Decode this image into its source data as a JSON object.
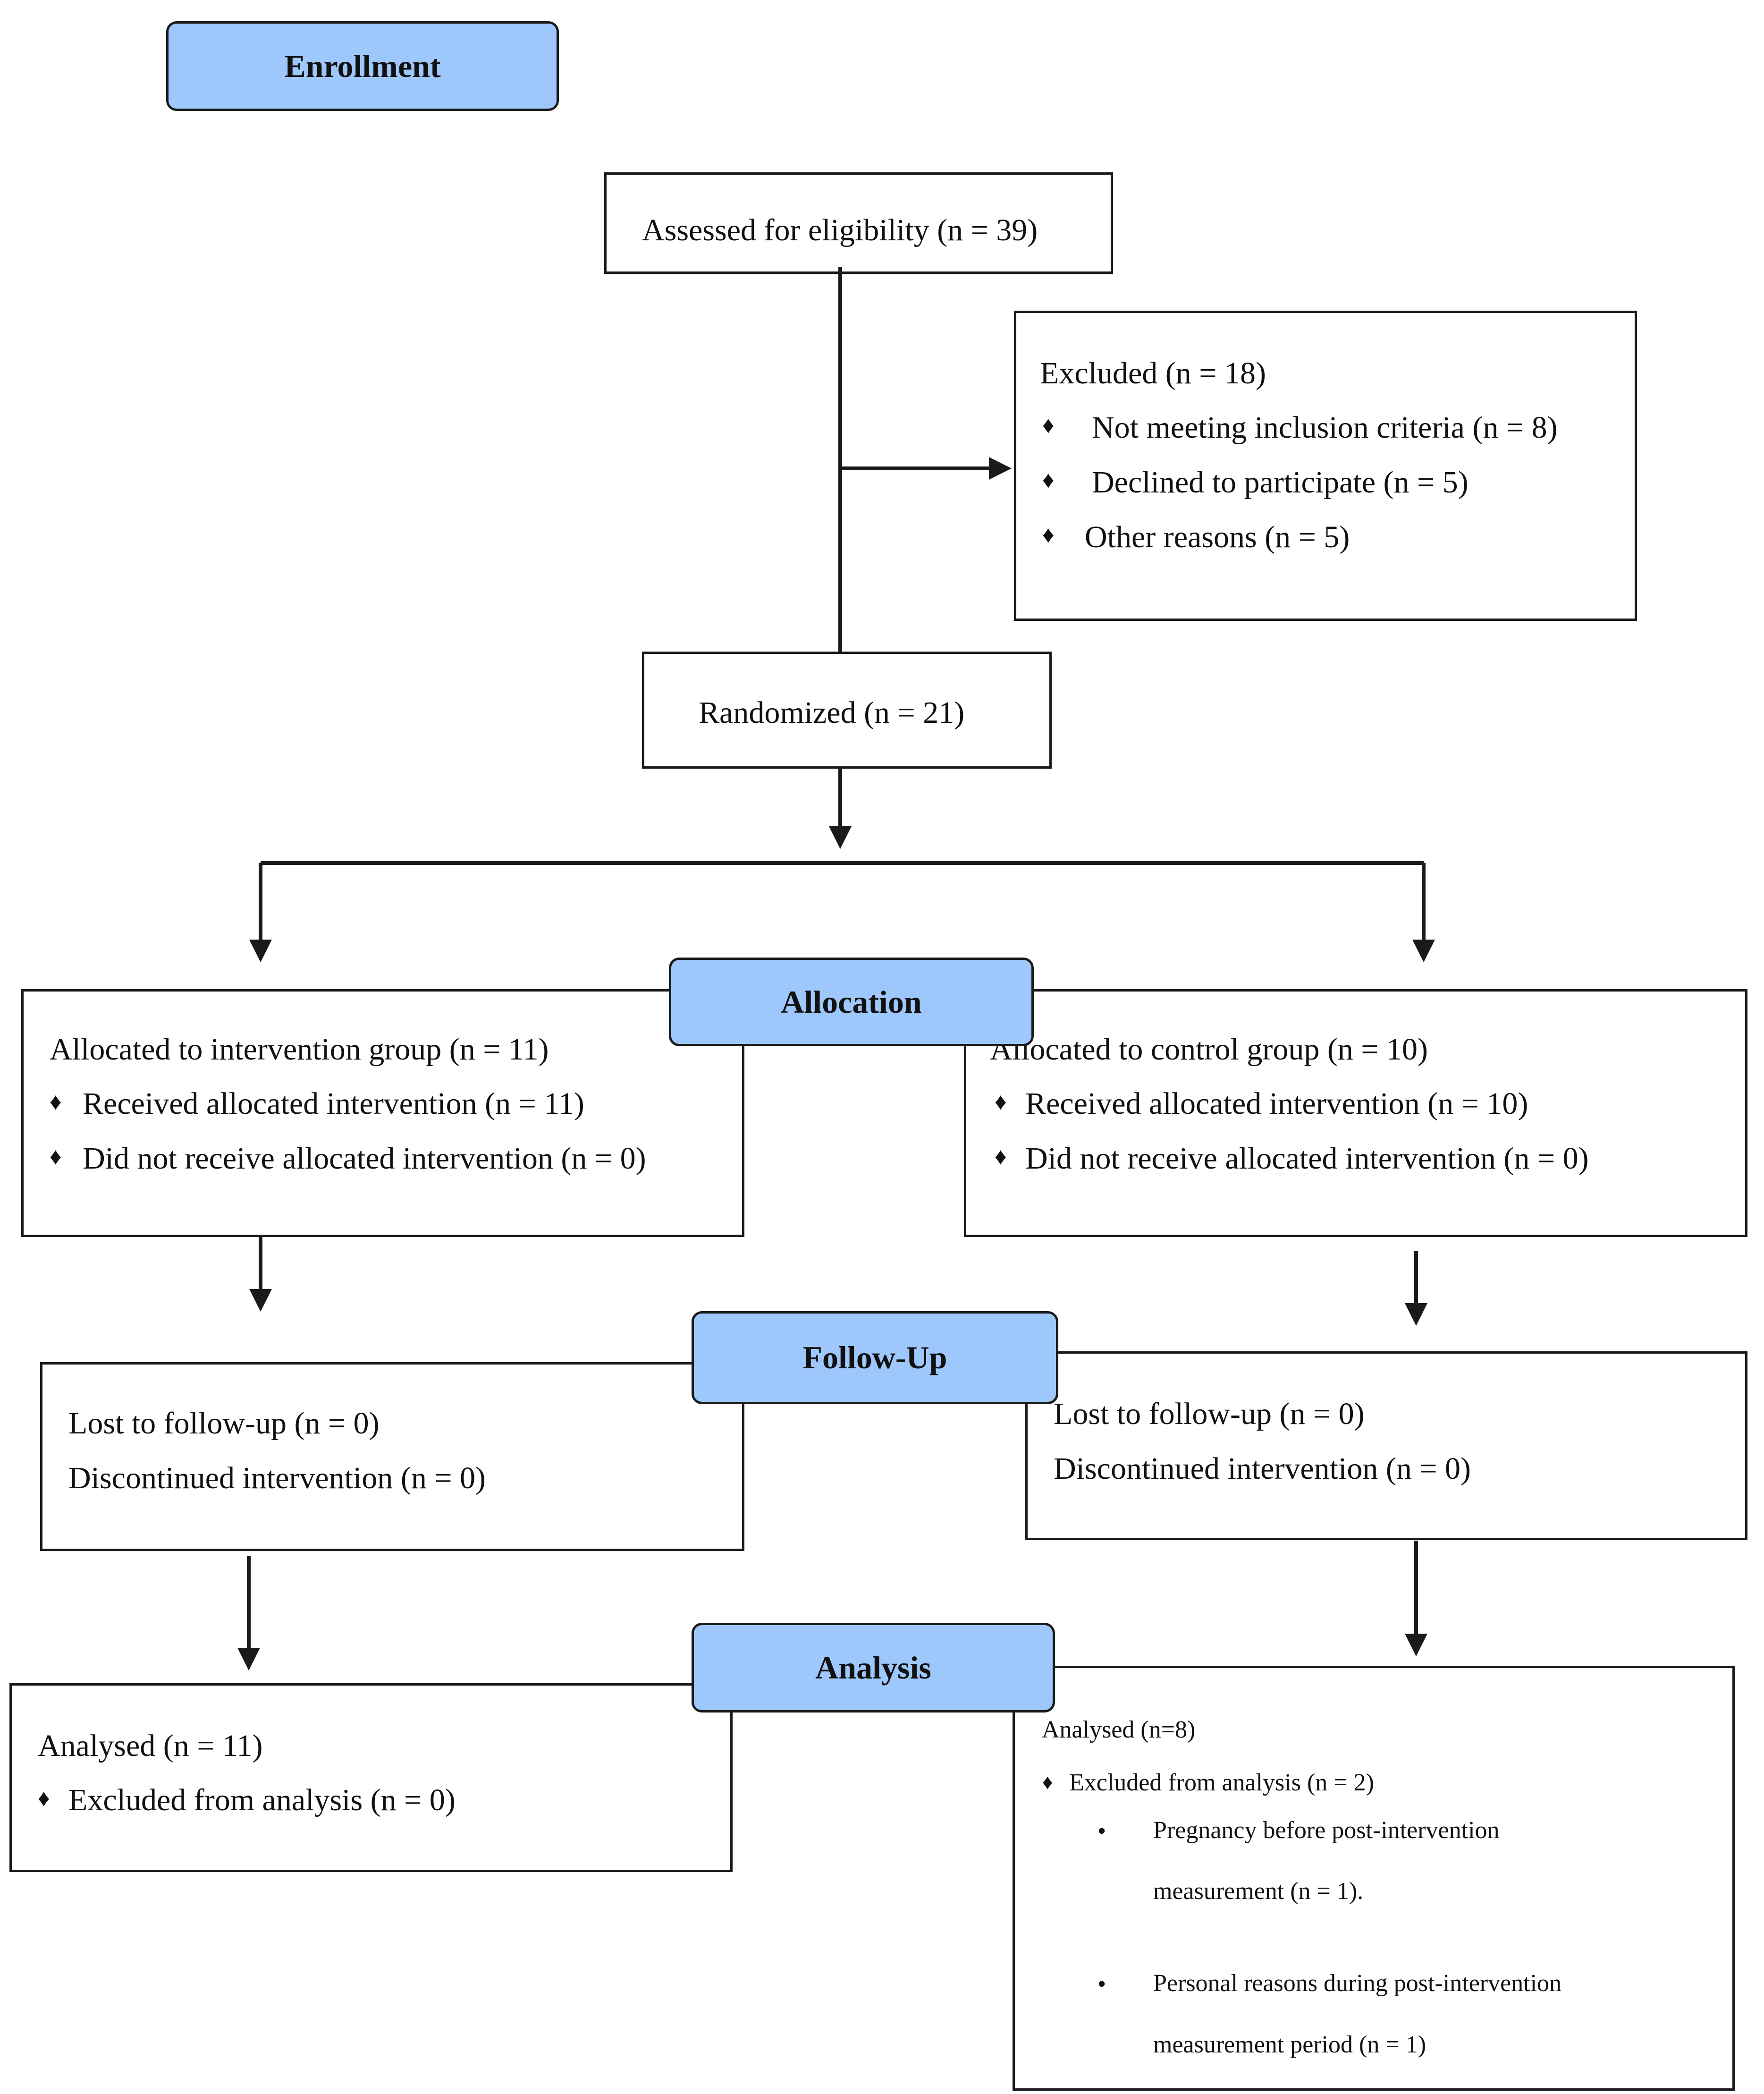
{
  "stages": {
    "enrollment": "Enrollment",
    "allocation": "Allocation",
    "follow_up": "Follow-Up",
    "analysis": "Analysis"
  },
  "symbols": {
    "diamond": "♦",
    "bullet": "•"
  },
  "enrollment": {
    "assessed": "Assessed for eligibility (n = 39)",
    "excluded": {
      "title": "Excluded (n = 18)",
      "items": [
        "Not meeting inclusion criteria (n = 8)",
        "Declined to participate (n = 5)",
        "Other reasons (n = 5)"
      ]
    },
    "randomized": "Randomized (n = 21)"
  },
  "allocation": {
    "intervention": {
      "title": "Allocated to intervention group (n = 11)",
      "items": [
        "Received allocated intervention (n = 11)",
        "Did not receive allocated intervention (n = 0)"
      ]
    },
    "control": {
      "title": "Allocated to control group (n = 10)",
      "items": [
        "Received allocated intervention (n = 10)",
        "Did not receive allocated intervention (n = 0)"
      ]
    }
  },
  "follow_up": {
    "intervention": {
      "lost": "Lost to follow-up (n = 0)",
      "discontinued": "Discontinued intervention (n = 0)"
    },
    "control": {
      "lost": "Lost to follow-up (n = 0)",
      "discontinued": "Discontinued intervention (n = 0)"
    }
  },
  "analysis": {
    "intervention": {
      "title": "Analysed (n = 11)",
      "excluded": "Excluded from analysis (n = 0)"
    },
    "control": {
      "title": "Analysed (n=8)",
      "excluded": "Excluded from analysis (n = 2)",
      "reasons": [
        {
          "line1": "Pregnancy before post-intervention",
          "line2": "measurement (n = 1)."
        },
        {
          "line1": "Personal reasons during post-intervention",
          "line2": "measurement period (n = 1)"
        }
      ]
    }
  },
  "colors": {
    "stage_fill": "#9ec8fb",
    "border": "#1a1a1a"
  }
}
